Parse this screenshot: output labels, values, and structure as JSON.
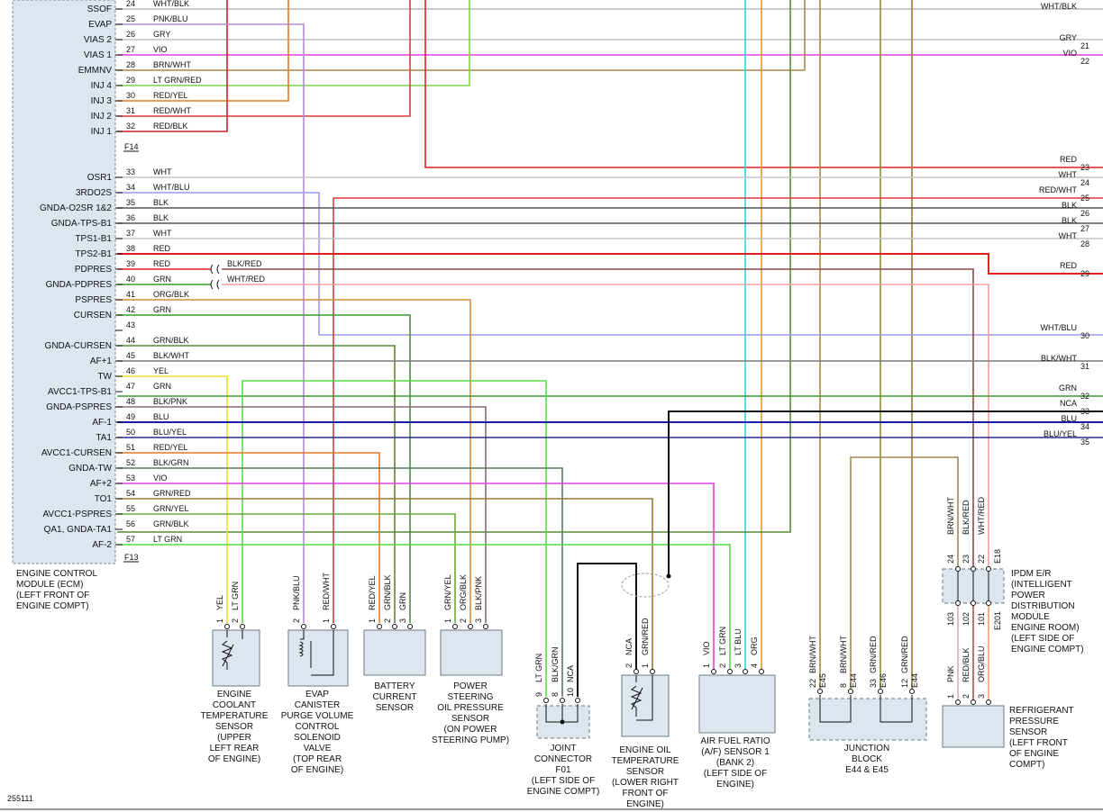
{
  "ecm": {
    "pins": [
      {
        "name": "SSOF",
        "num": "24",
        "color": "WHT/BLK",
        "wire": "#b8b8b8"
      },
      {
        "name": "EVAP",
        "num": "25",
        "color": "PNK/BLU",
        "wire": "#b68ad6"
      },
      {
        "name": "VIAS 2",
        "num": "26",
        "color": "GRY",
        "wire": "#c4c4c4"
      },
      {
        "name": "VIAS 1",
        "num": "27",
        "color": "VIO",
        "wire": "#e23ee6"
      },
      {
        "name": "EMMNV",
        "num": "28",
        "color": "BRN/WHT",
        "wire": "#a9874b"
      },
      {
        "name": "INJ 4",
        "num": "29",
        "color": "LT GRN/RED",
        "wire": "#7fd24a"
      },
      {
        "name": "INJ 3",
        "num": "30",
        "color": "RED/YEL",
        "wire": "#f07a1d"
      },
      {
        "name": "INJ 2",
        "num": "31",
        "color": "RED/WHT",
        "wire": "#e03a3a"
      },
      {
        "name": "INJ 1",
        "num": "32",
        "color": "RED/BLK",
        "wire": "#cc2222"
      },
      {
        "name": "OSR1",
        "num": "33",
        "color": "WHT",
        "wire": "#c4c4c4"
      },
      {
        "name": "3RDO2S",
        "num": "34",
        "color": "WHT/BLU",
        "wire": "#9a9ae8"
      },
      {
        "name": "GNDA-O2SR 1&2",
        "num": "35",
        "color": "BLK",
        "wire": "#555555"
      },
      {
        "name": "GNDA-TPS-B1",
        "num": "36",
        "color": "BLK",
        "wire": "#555555"
      },
      {
        "name": "TPS1-B1",
        "num": "37",
        "color": "WHT",
        "wire": "#c4c4c4"
      },
      {
        "name": "TPS2-B1",
        "num": "38",
        "color": "RED",
        "wire": "#e32020"
      },
      {
        "name": "PDPRES",
        "num": "39",
        "color": "RED",
        "wire": "#e32020"
      },
      {
        "name": "GNDA-PDPRES",
        "num": "40",
        "color": "GRN",
        "wire": "#3a9a2e"
      },
      {
        "name": "PSPRES",
        "num": "41",
        "color": "ORG/BLK",
        "wire": "#d98a3a"
      },
      {
        "name": "CURSEN",
        "num": "42",
        "color": "GRN",
        "wire": "#3a9a2e"
      },
      {
        "name": "",
        "num": "43",
        "color": "",
        "wire": ""
      },
      {
        "name": "GNDA-CURSEN",
        "num": "44",
        "color": "GRN/BLK",
        "wire": "#5a8a3a"
      },
      {
        "name": "AF+1",
        "num": "45",
        "color": "BLK/WHT",
        "wire": "#7a7a7a"
      },
      {
        "name": "TW",
        "num": "46",
        "color": "YEL",
        "wire": "#f2e022"
      },
      {
        "name": "AVCC1-TPS-B1",
        "num": "47",
        "color": "GRN",
        "wire": "#3a9a2e"
      },
      {
        "name": "GNDA-PSPRES",
        "num": "48",
        "color": "BLK/PNK",
        "wire": "#8a6a7a"
      },
      {
        "name": "AF-1",
        "num": "49",
        "color": "BLU",
        "wire": "#1a1aa8"
      },
      {
        "name": "TA1",
        "num": "50",
        "color": "BLU/YEL",
        "wire": "#2a2a90"
      },
      {
        "name": "AVCC1-CURSEN",
        "num": "51",
        "color": "RED/YEL",
        "wire": "#e07a2a"
      },
      {
        "name": "GNDA-TW",
        "num": "52",
        "color": "BLK/GRN",
        "wire": "#5a7a5a"
      },
      {
        "name": "AF+2",
        "num": "53",
        "color": "VIO",
        "wire": "#e23ee6"
      },
      {
        "name": "TO1",
        "num": "54",
        "color": "GRN/RED",
        "wire": "#9a7a3a"
      },
      {
        "name": "AVCC1-PSPRES",
        "num": "55",
        "color": "GRN/YEL",
        "wire": "#6aa83a"
      },
      {
        "name": "QA1, GNDA-TA1",
        "num": "56",
        "color": "GRN/BLK",
        "wire": "#5a8a3a"
      },
      {
        "name": "AF-2",
        "num": "57",
        "color": "LT GRN",
        "wire": "#5ad84a"
      }
    ],
    "connector_top": "F14",
    "connector_bottom": "F13",
    "caption": [
      "ENGINE CONTROL",
      "MODULE (ECM)",
      "(LEFT FRONT OF",
      "ENGINE COMPT)"
    ]
  },
  "right_edge": [
    {
      "color": "WHT/BLK",
      "num": ""
    },
    {
      "color": "GRY",
      "num": "21"
    },
    {
      "color": "VIO",
      "num": "22"
    },
    {
      "color": "RED",
      "num": "23"
    },
    {
      "color": "WHT",
      "num": "24"
    },
    {
      "color": "RED/WHT",
      "num": "25"
    },
    {
      "color": "BLK",
      "num": "26"
    },
    {
      "color": "BLK",
      "num": "27"
    },
    {
      "color": "WHT",
      "num": "28"
    },
    {
      "color": "RED",
      "num": "29"
    },
    {
      "color": "WHT/BLU",
      "num": "30"
    },
    {
      "color": "BLK/WHT",
      "num": "31"
    },
    {
      "color": "GRN",
      "num": "32"
    },
    {
      "color": "NCA",
      "num": "33"
    },
    {
      "color": "BLU",
      "num": "34"
    },
    {
      "color": "BLU/YEL",
      "num": "35"
    }
  ],
  "splice_labels": {
    "blk_red": "BLK/RED",
    "wht_red": "WHT/RED"
  },
  "components": {
    "ect": {
      "pins": [
        "1",
        "2"
      ],
      "wires": [
        "YEL",
        "LT GRN"
      ],
      "label": [
        "ENGINE",
        "COOLANT",
        "TEMPERATURE",
        "SENSOR",
        "(UPPER",
        "LEFT REAR",
        "OF ENGINE)"
      ]
    },
    "evap": {
      "pins": [
        "2",
        "1"
      ],
      "wires": [
        "PNK/BLU",
        "RED/WHT"
      ],
      "label": [
        "EVAP",
        "CANISTER",
        "PURGE VOLUME",
        "CONTROL",
        "SOLENOID",
        "VALVE",
        "(TOP REAR",
        "OF ENGINE)"
      ]
    },
    "battery": {
      "pins": [
        "1",
        "2",
        "3"
      ],
      "wires": [
        "RED/YEL",
        "GRN/BLK",
        "GRN"
      ],
      "label": [
        "BATTERY",
        "CURRENT",
        "SENSOR"
      ]
    },
    "psp": {
      "pins": [
        "1",
        "2",
        "3"
      ],
      "wires": [
        "GRN/YEL",
        "ORG/BLK",
        "BLK/PNK"
      ],
      "label": [
        "POWER",
        "STEERING",
        "OIL PRESSURE",
        "SENSOR",
        "(ON POWER",
        "STEERING PUMP)"
      ]
    },
    "joint": {
      "pins": [
        "9",
        "8",
        "10"
      ],
      "wires": [
        "LT GRN",
        "BLK/GRN",
        "NCA"
      ],
      "label": [
        "JOINT",
        "CONNECTOR",
        "F01",
        "(LEFT SIDE OF",
        "ENGINE COMPT)"
      ]
    },
    "eot": {
      "pins": [
        "2",
        "1"
      ],
      "wires": [
        "NCA",
        "GRN/RED"
      ],
      "label": [
        "ENGINE OIL",
        "TEMPERATURE",
        "SENSOR",
        "(LOWER RIGHT",
        "FRONT OF",
        "ENGINE)"
      ]
    },
    "af": {
      "pins": [
        "1",
        "2",
        "3",
        "4"
      ],
      "wires": [
        "VIO",
        "LT GRN",
        "LT BLU",
        "ORG"
      ],
      "label": [
        "AIR FUEL RATIO",
        "(A/F) SENSOR 1",
        "(BANK 2)",
        "(LEFT SIDE OF",
        "ENGINE)"
      ]
    },
    "jb": {
      "pins": [
        "22",
        "8",
        "33",
        "12"
      ],
      "conns": [
        "E45",
        "E44",
        "E46",
        "E44"
      ],
      "wires": [
        "BRN/WHT",
        "BRN/WHT",
        "GRN/RED",
        "GRN/RED"
      ],
      "label": [
        "JUNCTION",
        "BLOCK",
        "E44 & E45"
      ]
    },
    "ipdm": {
      "top_pins": [
        "24",
        "23",
        "22"
      ],
      "top_wires": [
        "BRN/WHT",
        "BLK/RED",
        "WHT/RED"
      ],
      "conn": "E18",
      "bot_pins": [
        "103",
        "102",
        "101"
      ],
      "bot_conn": "E201",
      "label": [
        "IPDM E/R",
        "(INTELLIGENT",
        "POWER",
        "DISTRIBUTION",
        "MODULE",
        "ENGINE ROOM)",
        "(LEFT SIDE OF",
        "ENGINE COMPT)"
      ]
    },
    "refrig": {
      "pins": [
        "1",
        "2",
        "3"
      ],
      "wires": [
        "PNK",
        "RED/BLK",
        "ORG/BLU"
      ],
      "label": [
        "REFRIGERANT",
        "PRESSURE",
        "SENSOR",
        "(LEFT FRONT",
        "OF ENGINE",
        "COMPT)"
      ]
    }
  },
  "figure_id": "255111"
}
